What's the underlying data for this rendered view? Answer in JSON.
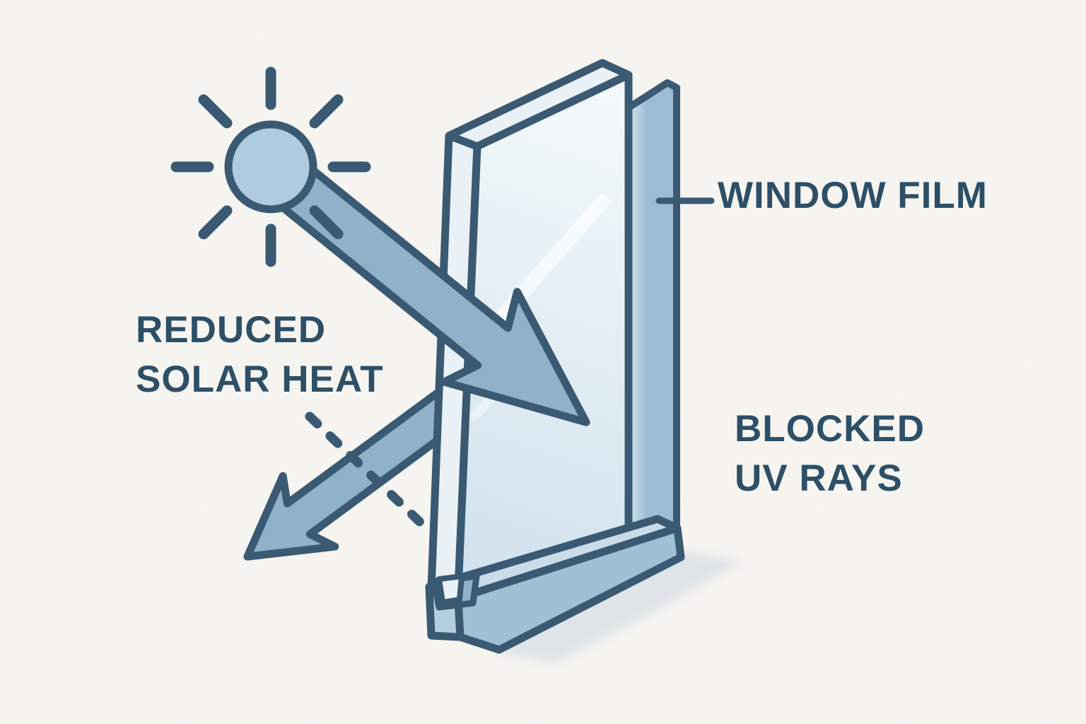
{
  "diagram": {
    "labels": {
      "window_film": "WINDOW FILM",
      "reduced_solar_heat": [
        "REDUCED",
        "SOLAR HEAT"
      ],
      "blocked_uv_rays": [
        "BLOCKED",
        "UV RAYS"
      ]
    },
    "colors": {
      "background": "#f8f6f1",
      "outline": "#3a5973",
      "text": "#2d4f68",
      "sun_fill": "#aecbdf",
      "arrow_fill": "#8fb2ca",
      "glass_edge": "#e9f1f7",
      "glass_face_light": "#f6fafc",
      "glass_face_dark": "#cfe1ed",
      "film_light": "#cfe0ec",
      "film_dark": "#9abcd4",
      "base_top": "#c9dce8",
      "base_front": "#a0c0d5",
      "base_end": "#b5cede",
      "base_notch": "#8db1c9",
      "shadow": "#dfe4e9",
      "highlight": "#ffffff"
    }
  }
}
